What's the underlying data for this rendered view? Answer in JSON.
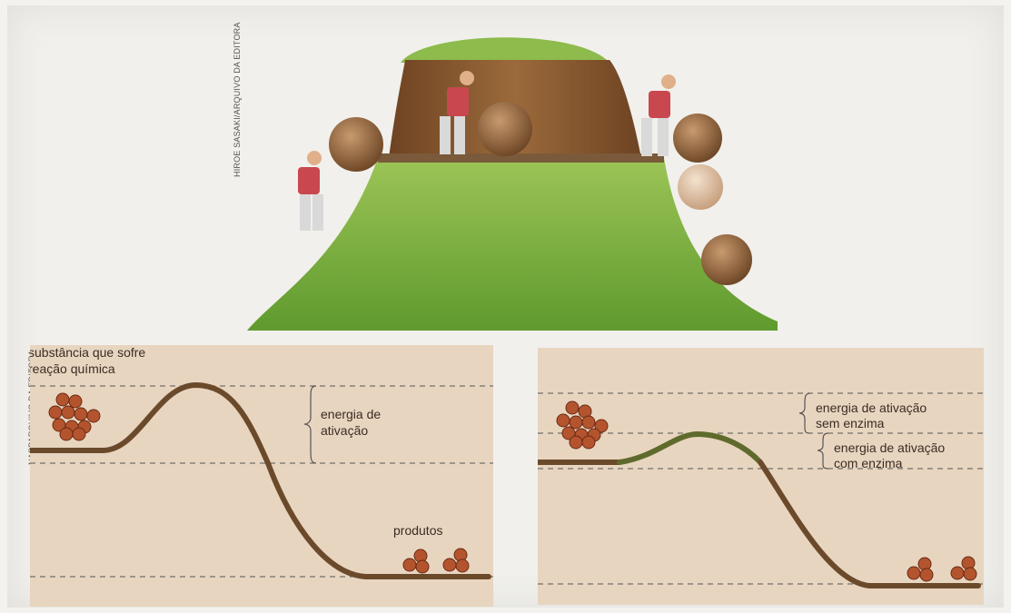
{
  "credits": {
    "top": "HIROE SASAKI/ARQUIVO DA EDITORA",
    "left": "NASPARQUIVO DA EDITORA"
  },
  "left_diagram": {
    "reactant_label_line1": "substância que sofre",
    "reactant_label_line2": "reação química",
    "activation_line1": "energia de",
    "activation_line2": "ativação",
    "products_label": "produtos"
  },
  "right_diagram": {
    "without_enzyme_line1": "energia de ativação",
    "without_enzyme_line2": "sem enzima",
    "with_enzyme_line1": "energia de ativação",
    "with_enzyme_line2": "com enzima"
  },
  "colors": {
    "panel_bg": "#e8d5c0",
    "curve_brown": "#6b4a2c",
    "curve_green": "#5e6b2c",
    "ball": "#b4542e",
    "grass": "#7fae3e",
    "dirt": "#8a5a30"
  }
}
